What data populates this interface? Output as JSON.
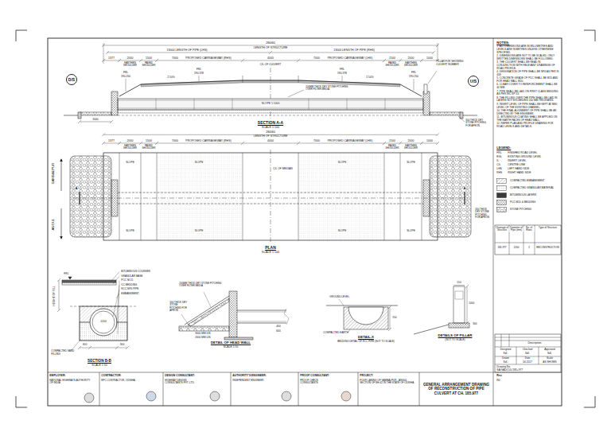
{
  "diagram": {
    "nodes": [
      {
        "text": [
          "D/S"
        ]
      },
      {
        "text": [
          "U/S"
        ]
      },
      {
        "text": [
          "GENERAL ARRANGEMENT DRAWING OF RECONSTRUCTION OF PIPE CULVERT AT CH. 185.977"
        ]
      }
    ],
    "labels": [
      "26060",
      "LENGTH OF STRUCTURE",
      "13000 LENGTH OF PIPE (LHS)",
      "13000 LENGTH OF PIPE (RHS)",
      "1377",
      "2000",
      "1500",
      "7000",
      "PROPOSED CARRIAGEWAY (RHS)",
      "4000",
      "7000",
      "PROPOSED CARRIAGEWAY (LHS)",
      "1500",
      "2000",
      "1000",
      "EARTHEN SHOULDER",
      "PAVED SHOULDER",
      "PAVED SHOULDER",
      "EARTHEN SHOULDER",
      "C/L OF CULVERT",
      "PILLAR FOR SHOWING CULVERT NUMBER",
      "FRL",
      "190.250",
      "FRL",
      "190.378",
      "FRL",
      "190.378",
      "FRL",
      "190.250",
      "2.50%",
      "2.50%",
      "SLOPE 1:1000",
      "300 THICK DRY STONE PITCHING FOR APRON",
      "200MM THICK DRY STONE PITCHING OVER FILTER MEDIA",
      "3000",
      "SECTION A-A",
      "SCALE 1:100",
      "26060",
      "LENGTH OF STRUCTURE",
      "1377",
      "2000",
      "1500",
      "7000",
      "PROPOSED CARRIAGEWAY (RHS)",
      "4000",
      "7000",
      "PROPOSED CARRIAGEWAY (LHS)",
      "1500",
      "2000",
      "1000",
      "EARTHEN SHOULDER",
      "PAVED SHOULDER",
      "PAVED SHOULDER",
      "EARTHEN SHOULDER",
      "SLOPE",
      "SLOPE",
      "SLOPE",
      "SLOPE",
      "SLOPE",
      "SLOPE",
      "SLOPE",
      "SLOPE",
      "C/L OF MEDIAN",
      "A",
      "A",
      "SAMBALPUR",
      "ANGUL",
      "300 THICK DRY STONE PITCHING FOR APRON",
      "PLAN",
      "SCALE 1:100",
      "FRL",
      "HEIGHT OF FILL",
      "BITUMINOUS COURSES",
      "GRANULAR BASE",
      "PCC M-15",
      "CC BEDDING",
      "RCC NP4 PIPE",
      "EMBANKMENT",
      "1200",
      "300",
      "300",
      "COMPACTED SAND FILLING",
      "SECTION B-B",
      "SCALE 1:50",
      "200MM THICK DRY STONE PITCHING OVER FILTER MEDIA",
      "300 THICK DRY STONE PITCHING FOR APRON",
      "3000 MM D/S",
      "2000 MM U/S",
      "DETAIL OF HEAD WALL",
      "SCALE 1:50",
      "400",
      "600",
      "GROUND LEVEL",
      "COMPACTED EARTH",
      "DETAIL-X",
      "BEDDING DETAIL OF RCC PIPE (NOT TO SCALE)",
      "150",
      "150",
      "1000",
      "300",
      "DETAILS OF PILLAR",
      "(NOT TO SCALE)",
      "NOTES:",
      "1. ALL DIMENSIONS ARE IN MILLIMETRES AND LEVELS ARE IN METRES UNLESS OTHERWISE SPECIFIED.",
      "2. DIMENSIONS ARE NOT TO BE SCALED, ONLY WRITTEN DIMENSIONS SHALL BE FOLLOWED.",
      "3. THE CULVERT SHALL BE READ IN CONJUNCTION WITH RELEVANT DRAWINGS OF ROAD PROFILE.",
      "4. DESIGNATION OF PIPE SHALL BE NP4 AS PER IS 458.",
      "5. CONCRETE GRADE OF PCC SHALL BE M15 AND FOR HEAD WALL M20.",
      "6. CLEAR COVER TO REINFORCEMENT SHALL BE 40 MM.",
      "7. PIPE SHALL BE LAID ON FIRST CLASS BEDDING AS PER IRC:SP:13.",
      "8. THE FILLING OVER THE PIPE SHALL BE LAID IN LAYERS NOT EXCEEDING 200 MM THICKNESS.",
      "9. INVERT LEVEL OF PIPE SHALL BE KEPT AT BED LEVEL OF THE EXISTING CHANNEL.",
      "10. THE FINAL ALIGNMENT OF PIPE SHALL BE AS DIRECTED BY THE ENGINEER.",
      "11. BITUMINOUS COATING SHALL BE APPLIED ON THE EARTH FACES OF HEAD WALL.",
      "12. REFER PLAN AND PROFILE DRAWING FOR ROAD LEVELS AND DETAILS.",
      "LEGEND:",
      "FRL",
      "FINISHED ROAD LEVEL",
      "EGL",
      "EXISTING GROUND LEVEL",
      "IL",
      "INVERT LEVEL",
      "C/L",
      "CENTRE LINE",
      "LHS",
      "LEFT HAND SIDE",
      "RHS",
      "RIGHT HAND SIDE",
      "Chainage of Structure",
      "Diameter of Pipe (mm)",
      "No. of Rows",
      "Type of Structure",
      "185.977",
      "1200",
      "2",
      "RECONSTRUCTION",
      "Description",
      "Designed",
      "Checked",
      "Approved",
      "Sd/-",
      "Sd/-",
      "Sd/-",
      "Drawn",
      "Date",
      "Scale",
      "Sd/-",
      "04.2017",
      "AS SHOWN",
      "Drawing No.",
      "SA/GAD/CUL/185+977",
      "EMPLOYER:",
      "NATIONAL HIGHWAYS AUTHORITY OF INDIA",
      "CONTRACTOR:",
      "EPC CONTRACTOR, ODISHA",
      "DESIGN CONSULTANT:",
      "HIGHWAY DESIGN CONSULTANTS PVT. LTD.",
      "AUTHORITY'S ENGINEER:",
      "INDEPENDENT ENGINEER",
      "PROOF CONSULTANT:",
      "PROOF CHECK CONSULTANTS",
      "PROJECT:",
      "FOUR LANING OF SAMBALPUR - ANGUL SECTION OF NH-42 IN THE STATE OF ODISHA",
      "Rev.",
      "R0"
    ],
    "legend": [
      {
        "text": "COMPACTED EMBANKMENT"
      },
      {
        "text": "COMPACTED GRANULAR MATERIAL"
      },
      {
        "text": "BITUMINOUS LAYERS",
        "color": "#3a3a3a"
      },
      {
        "text": "PCC M15 & BEDDING"
      },
      {
        "text": "STONE PITCHING"
      }
    ]
  }
}
